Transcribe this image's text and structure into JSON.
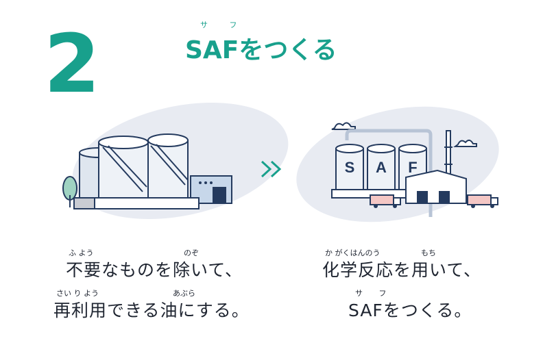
{
  "step": {
    "number": "2"
  },
  "title": {
    "ruby": "サ フ",
    "text": "SAFをつくる"
  },
  "left_caption": {
    "line1": "不要なものを除いて、",
    "line1_ruby_a": "ふ よう",
    "line1_ruby_b": "のぞ",
    "line2": "再利用できる油にする。",
    "line2_ruby_a": "さい り よう",
    "line2_ruby_b": "あぶら"
  },
  "right_caption": {
    "line1": "化学反応を用いて、",
    "line1_ruby_a": "か がくはんのう",
    "line1_ruby_b": "もち",
    "line2": "SAFをつくる。",
    "line2_ruby": "サ フ"
  },
  "tank_letters": [
    "S",
    "A",
    "F"
  ],
  "colors": {
    "accent": "#18a08c",
    "outline": "#243a5e",
    "blob": "#e8ebf2"
  }
}
